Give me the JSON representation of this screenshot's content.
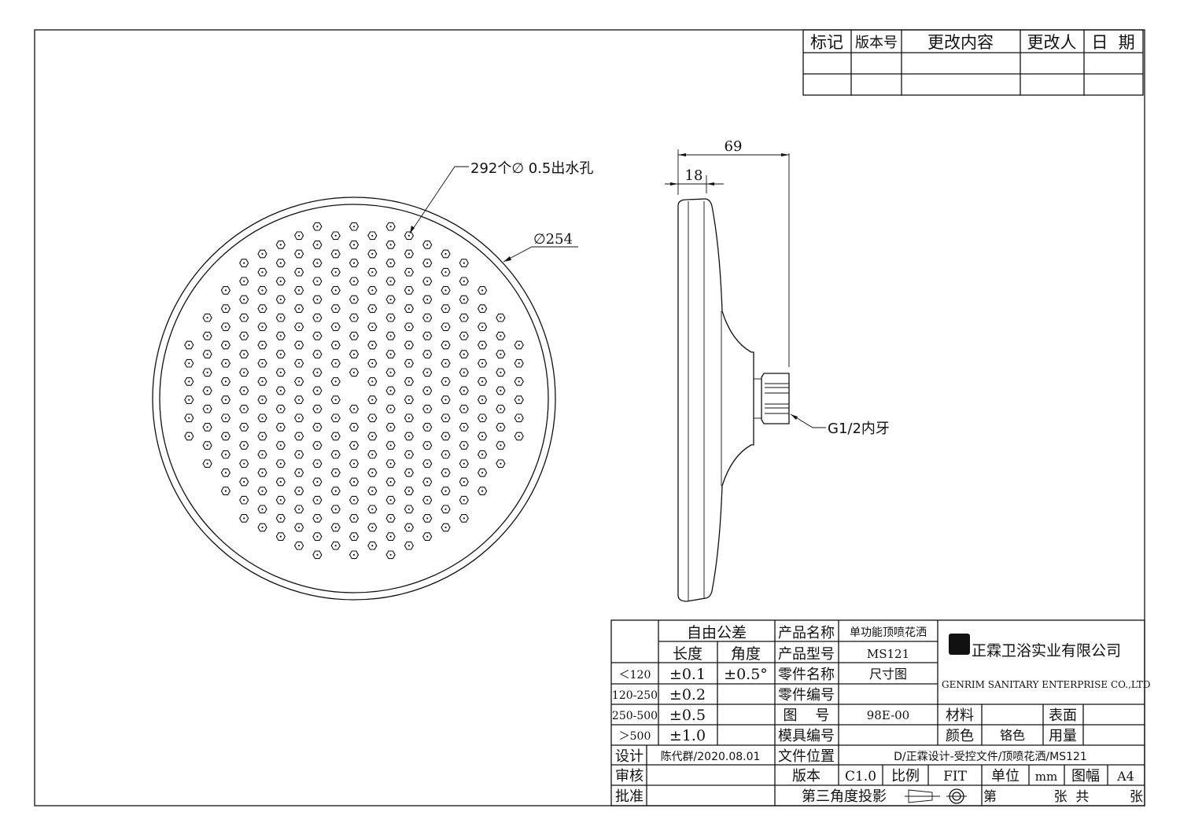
{
  "revision_table": {
    "headers": [
      "标记",
      "版本号",
      "更改内容",
      "更改人",
      "日  期"
    ]
  },
  "front_view": {
    "holes_note": "292个∅ 0.5出水孔",
    "diameter_note": "∅254",
    "hole_count": 292
  },
  "side_view": {
    "overall_depth": "69",
    "rim_depth": "18",
    "thread_note": "G1/2内牙"
  },
  "title_block": {
    "tolerance_title": "自由公差",
    "length_label": "长度",
    "angle_label": "角度",
    "ranges": [
      "＜120",
      "120-250",
      "250-500",
      "＞500"
    ],
    "length_tol": [
      "±0.1",
      "±0.2",
      "±0.5",
      "±1.0"
    ],
    "angle_tol": "±0.5°",
    "product_name_label": "产品名称",
    "product_name": "单功能顶喷花洒",
    "product_model_label": "产品型号",
    "product_model": "MS121",
    "part_name_label": "零件名称",
    "part_name": "尺寸图",
    "part_no_label": "零件编号",
    "drawing_no_label": "图    号",
    "drawing_no": "98E-00",
    "mold_no_label": "模具编号",
    "company_cn": "正霖卫浴实业有限公司",
    "company_en": "GENRIM SANITARY ENTERPRISE CO.,LTD",
    "material_label": "材料",
    "surface_label": "表面",
    "color_label": "颜色",
    "color_value": "铬色",
    "usage_label": "用量",
    "design_label": "设计",
    "designer": "陈代群/2020.08.01",
    "file_location_label": "文件位置",
    "file_location": "D/正霖设计-受控文件/顶喷花洒/MS121",
    "review_label": "审核",
    "approve_label": "批准",
    "version_label": "版本",
    "version": "C1.0",
    "scale_label": "比例",
    "scale": "FIT",
    "unit_label": "单位",
    "unit": "mm",
    "size_label": "图幅",
    "size": "A4",
    "projection": "第三角度投影",
    "sheet_prefix": "第",
    "sheet_mid": "张  共",
    "sheet_suffix": "张"
  }
}
